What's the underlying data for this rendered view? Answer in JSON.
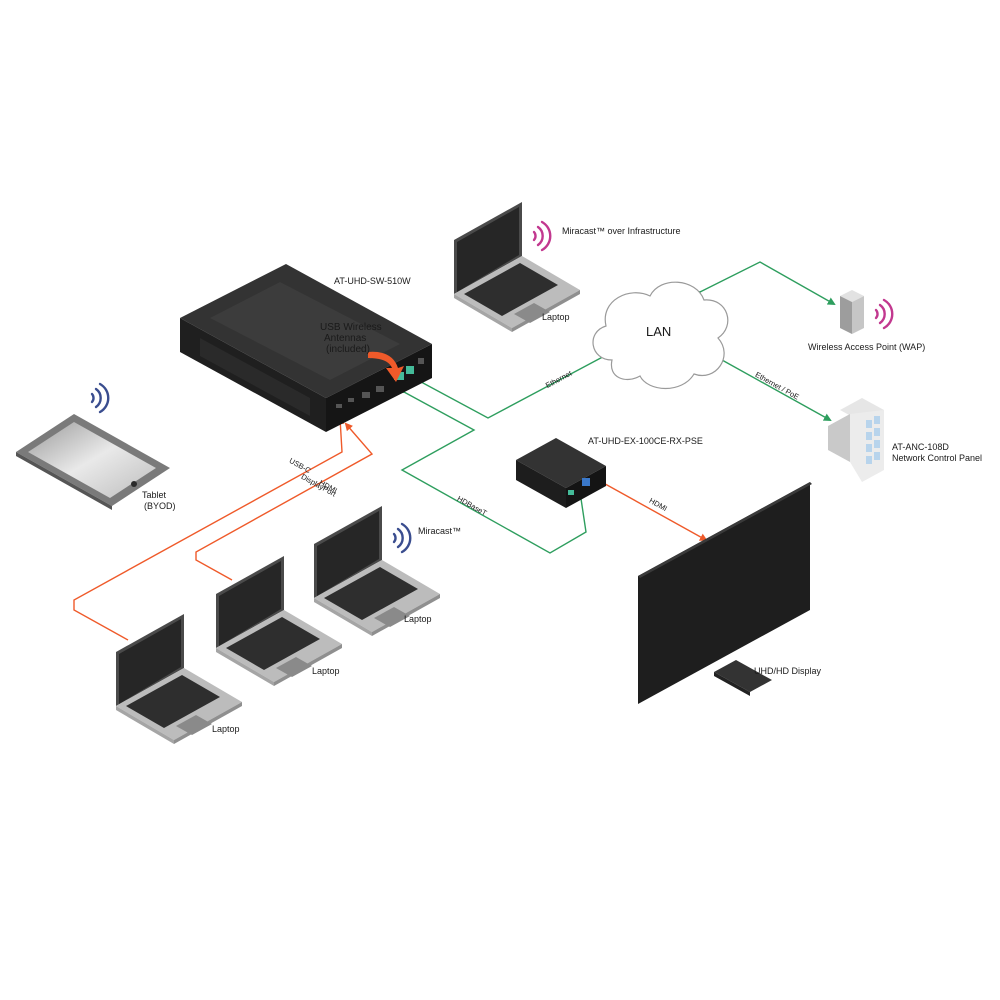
{
  "colors": {
    "ethernet_green": "#2e9e5e",
    "av_orange": "#ef5a2a",
    "device_dark": "#2a2a2a",
    "laptop_gray": "#b8b8b8",
    "wifi_purple": "#c2388f",
    "wifi_blue": "#3a4d8f",
    "callout_arrow": "#ef5a2a"
  },
  "devices": {
    "switcher": "AT-UHD-SW-510W",
    "antennas": [
      "USB Wireless",
      "Antennas",
      "(included)"
    ],
    "receiver": "AT-UHD-EX-100CE-RX-PSE",
    "lan": "LAN",
    "wap": "Wireless Access Point (WAP)",
    "control_panel": [
      "AT-ANC-108D",
      "Network Control Panel"
    ],
    "display": "UHD/HD Display",
    "tablet": [
      "Tablet",
      "(BYOD)"
    ],
    "laptop_infra": "Laptop",
    "laptop_miracast": "Laptop",
    "laptop_mid": "Laptop",
    "laptop_front": "Laptop"
  },
  "annotations": {
    "miracast_infra": "Miracast™ over Infrastructure",
    "miracast": "Miracast™"
  },
  "connections": {
    "ethernet": "Ethernet",
    "ethernet_poe": "Ethernet / PoE",
    "hdbaset": "HDBaseT",
    "hdmi_display": "HDMI",
    "usbc": "USB-C",
    "displayport": "DisplayPort",
    "hdmi_input": "HDMI"
  }
}
